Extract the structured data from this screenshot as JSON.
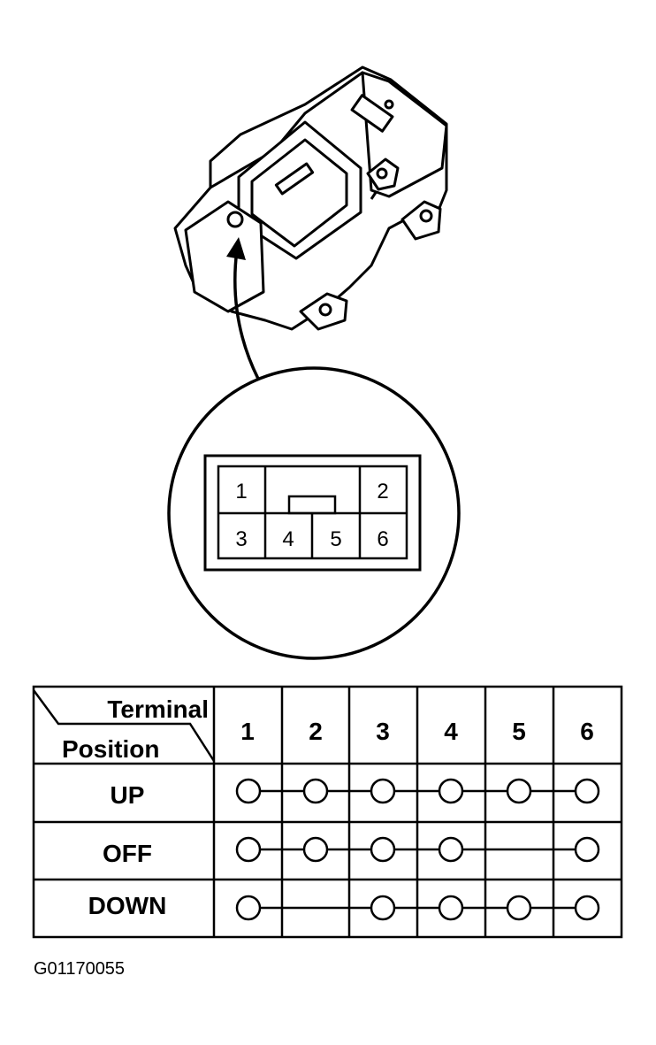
{
  "connector": {
    "pins": [
      "1",
      "2",
      "3",
      "4",
      "5",
      "6"
    ]
  },
  "table": {
    "header_terminal": "Terminal",
    "header_position": "Position",
    "terminals": [
      "1",
      "2",
      "3",
      "4",
      "5",
      "6"
    ],
    "rows": [
      {
        "position": "UP",
        "terminals": [
          1,
          2,
          3,
          4,
          5,
          6
        ],
        "links": [
          [
            1,
            2
          ],
          [
            2,
            3
          ],
          [
            3,
            4
          ],
          [
            4,
            5
          ],
          [
            5,
            6
          ]
        ]
      },
      {
        "position": "OFF",
        "terminals": [
          1,
          2,
          3,
          4,
          6
        ],
        "links": [
          [
            1,
            2
          ],
          [
            2,
            3
          ],
          [
            3,
            4
          ],
          [
            4,
            6
          ]
        ]
      },
      {
        "position": "DOWN",
        "terminals": [
          1,
          3,
          4,
          5,
          6
        ],
        "links": [
          [
            1,
            3
          ],
          [
            3,
            4
          ],
          [
            4,
            5
          ],
          [
            5,
            6
          ]
        ]
      }
    ]
  },
  "figure_code": "G01170055"
}
